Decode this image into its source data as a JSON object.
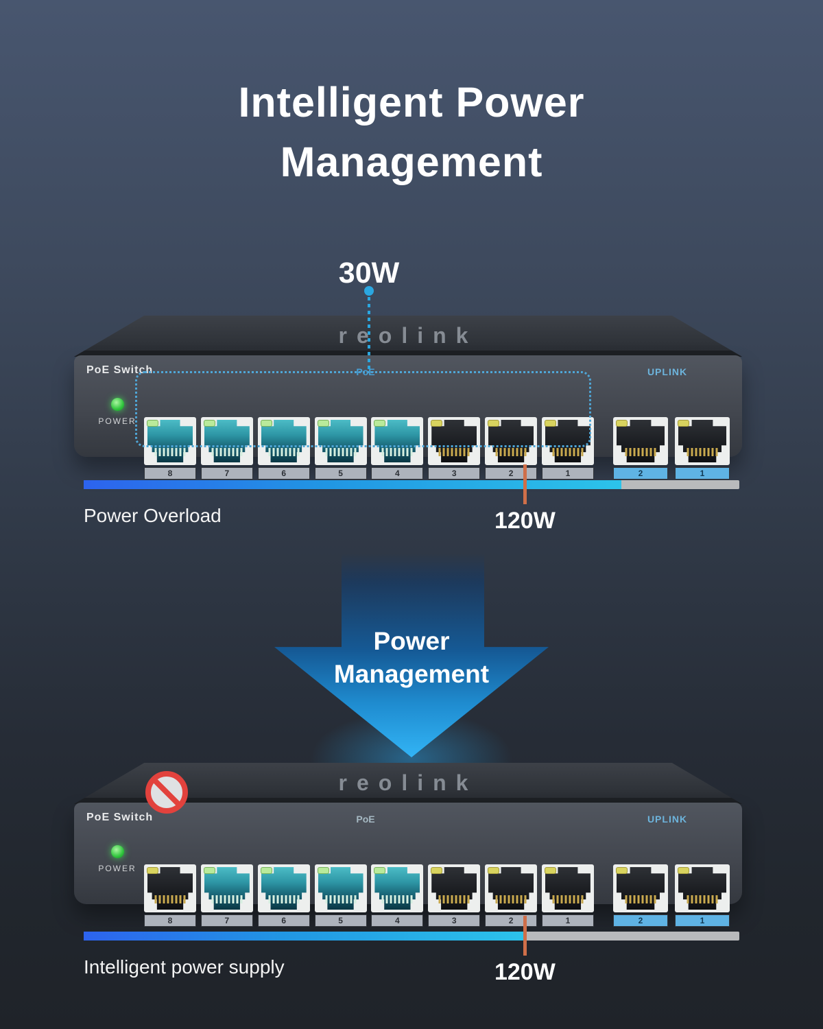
{
  "title": {
    "line1": "Intelligent Power",
    "line2": "Management"
  },
  "callout": {
    "label": "30W"
  },
  "arrow": {
    "line1": "Power",
    "line2": "Management"
  },
  "switches": [
    {
      "brand": "reolink",
      "panel_label": "PoE Switch",
      "power_label": "POWER",
      "poe_label": "PoE",
      "uplink_label": "UPLINK",
      "highlighted_zone": true,
      "prohibited": false,
      "poe_ports": [
        {
          "number": "8",
          "state": "active"
        },
        {
          "number": "7",
          "state": "active"
        },
        {
          "number": "6",
          "state": "active"
        },
        {
          "number": "5",
          "state": "active"
        },
        {
          "number": "4",
          "state": "active"
        },
        {
          "number": "3",
          "state": "inactive"
        },
        {
          "number": "2",
          "state": "inactive"
        },
        {
          "number": "1",
          "state": "inactive"
        }
      ],
      "uplink_ports": [
        {
          "number": "2",
          "state": "inactive"
        },
        {
          "number": "1",
          "state": "inactive"
        }
      ]
    },
    {
      "brand": "reolink",
      "panel_label": "PoE Switch",
      "power_label": "POWER",
      "poe_label": "PoE",
      "uplink_label": "UPLINK",
      "highlighted_zone": false,
      "prohibited": true,
      "poe_ports": [
        {
          "number": "8",
          "state": "inactive"
        },
        {
          "number": "7",
          "state": "active"
        },
        {
          "number": "6",
          "state": "active"
        },
        {
          "number": "5",
          "state": "active"
        },
        {
          "number": "4",
          "state": "active"
        },
        {
          "number": "3",
          "state": "inactive"
        },
        {
          "number": "2",
          "state": "inactive"
        },
        {
          "number": "1",
          "state": "inactive"
        }
      ],
      "uplink_ports": [
        {
          "number": "2",
          "state": "inactive"
        },
        {
          "number": "1",
          "state": "inactive"
        }
      ]
    }
  ],
  "bars": [
    {
      "label": "Power Overload",
      "marker_label": "120W",
      "fill_percent": 82,
      "marker_percent": 67.3
    },
    {
      "label": "Intelligent power supply",
      "marker_label": "120W",
      "fill_percent": 67.3,
      "marker_percent": 67.3
    }
  ],
  "colors": {
    "accent_blue": "#2ba7e0",
    "bar_blue_start": "#2d63ee",
    "bar_cyan_end": "#2cc3ea",
    "bar_gray": "#b9babc",
    "marker_orange": "#cf6f49",
    "dotted_zone_blue": "#4fa7d8",
    "uplink_blue": "#5fb3e4",
    "led_green": "#b9ea9b",
    "led_yellow": "#d8d35f",
    "power_led_green": "#2fc43c",
    "prohibit_red": "#e2423d"
  }
}
